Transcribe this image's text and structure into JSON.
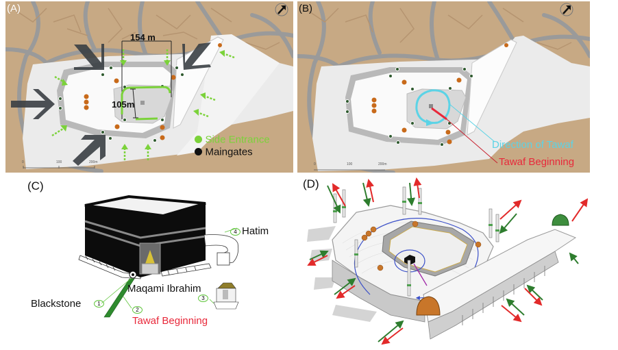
{
  "figure": {
    "panels": {
      "a": {
        "letter": "(A)",
        "width_label": "154 m",
        "height_label": "105m",
        "scale_ticks": [
          "0",
          "100",
          "200m"
        ],
        "legend": [
          {
            "label": "Side Entrance",
            "color": "#7bd23a"
          },
          {
            "label": "Maingates",
            "color": "#111111"
          }
        ],
        "compass": "north-arrow-icon"
      },
      "b": {
        "letter": "(B)",
        "scale_ticks": [
          "0",
          "100",
          "200m"
        ],
        "annotations": [
          {
            "label": "Direction of Tawaf",
            "color": "#5bd3e6"
          },
          {
            "label": "Tawaf Beginning",
            "color": "#e8283a"
          }
        ],
        "compass": "north-arrow-icon"
      },
      "c": {
        "letter": "(C)",
        "markers": [
          {
            "num": "1",
            "label": "Blackstone"
          },
          {
            "num": "2",
            "label": "Tawaf Beginning"
          },
          {
            "num": "3",
            "label": "Maqami Ibrahim"
          },
          {
            "num": "4",
            "label": "Hatim"
          }
        ],
        "tawaf_color": "#e8283a",
        "marker_color": "#5ec43a"
      },
      "d": {
        "letter": "(D)",
        "entry_arrow_color": "#2e7d2e",
        "exit_arrow_color": "#e22a2a",
        "circulation_color": "#3a4fc8"
      }
    },
    "colors": {
      "map_tan": "#c7a984",
      "map_road": "#9a9a9a",
      "plaza": "#eeeeee",
      "gate_arrow": "#3a3f44"
    }
  }
}
